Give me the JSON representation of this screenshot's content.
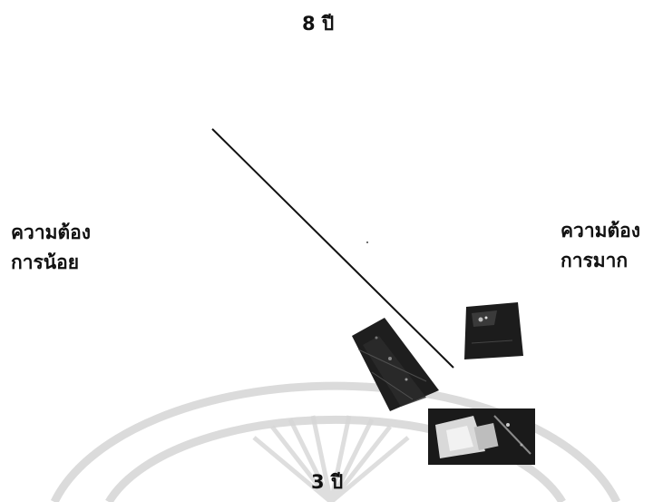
{
  "labels": {
    "top": "8 ปี",
    "bottom": "3 ปี",
    "left_line1": "ความต้อง",
    "left_line2": "การน้อย",
    "right_line1": "ความต้อง",
    "right_line2": "การมาก"
  },
  "colors": {
    "text": "#111111",
    "line": "#111111",
    "watermark": "#c9c9c9",
    "photo_dark": "#1c1c1c"
  }
}
